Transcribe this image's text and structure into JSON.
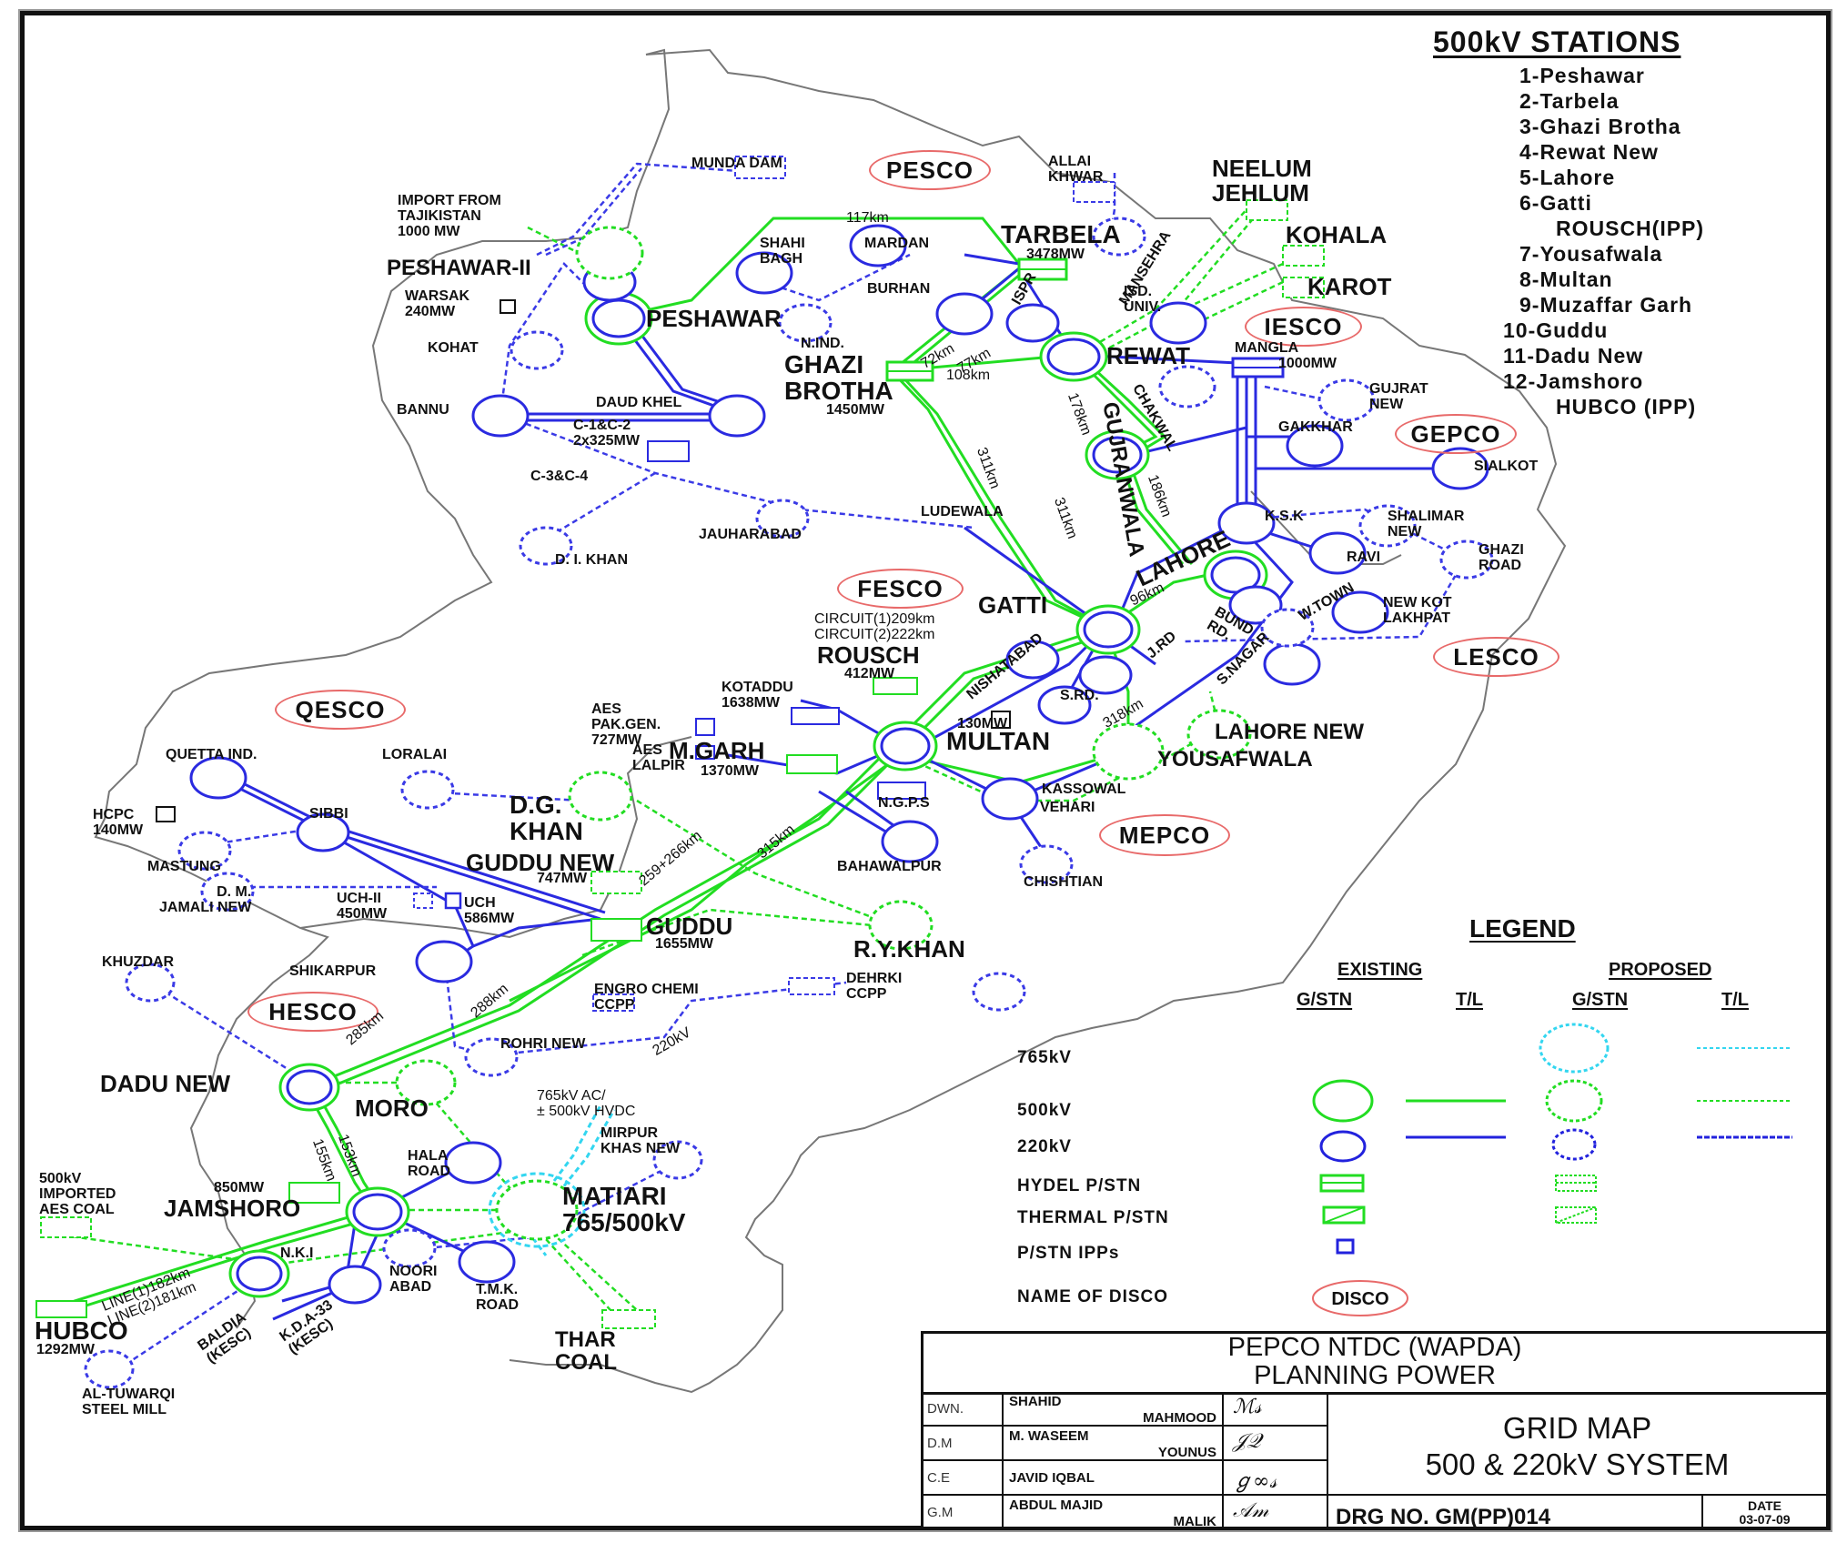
{
  "stations_list": {
    "title": "500kV STATIONS",
    "items": [
      "1-Peshawar",
      "2-Tarbela",
      "3-Ghazi Brotha",
      "4-Rewat New",
      "5-Lahore",
      "6-Gatti",
      "ROUSCH(IPP)",
      "7-Yousafwala",
      "8-Multan",
      "9-Muzaffar Garh",
      "10-Guddu",
      "11-Dadu New",
      "12-Jamshoro",
      "HUBCO (IPP)"
    ]
  },
  "discos": [
    "PESCO",
    "IESCO",
    "GEPCO",
    "FESCO",
    "LESCO",
    "QESCO",
    "MEPCO",
    "HESCO"
  ],
  "map_labels": {
    "import": "IMPORT FROM\nTAJIKISTAN\n1000 MW",
    "munda_dam": "MUNDA DAM",
    "peshawar_ii": "PESHAWAR-II",
    "warsak": "WARSAK\n240MW",
    "peshawar": "PESHAWAR",
    "kohat": "KOHAT",
    "bannu": "BANNU",
    "daud_khel": "DAUD KHEL",
    "c1c2": "C-1&C-2\n2x325MW",
    "c3c4": "C-3&C-4",
    "shahi_bagh": "SHAHI\nBAGH",
    "mardan": "MARDAN",
    "burhan": "BURHAN",
    "n_ind": "N.IND.",
    "ghazi_brotha": "GHAZI\nBROTHA",
    "ghazi_brotha_mw": "1450MW",
    "tarbela": "TARBELA",
    "tarbela_mw": "3478MW",
    "km117": "117km",
    "allai": "ALLAI\nKHWAR",
    "neelum": "NEELUM\nJEHLUM",
    "kohala": "KOHALA",
    "karot": "KAROT",
    "mansehra": "MANSEHRA",
    "isd_univ": "ISD.\nUNIV.",
    "ispr": "ISPR",
    "rewat": "REWAT",
    "mangla": "MANGLA",
    "mangla_mw": "1000MW",
    "km72": "72km",
    "km77": "77km",
    "km108": "108km",
    "km178": "178km",
    "km311a": "311km",
    "km311b": "311km",
    "km186": "186km",
    "chakwal": "CHAKWAL",
    "gujranwala": "GUJRANWALA",
    "gujrat_new": "GUJRAT\nNEW",
    "gakkhar": "GAKKHAR",
    "sialkot": "SIALKOT",
    "ludewala": "LUDEWALA",
    "jauharabad": "JAUHARABAD",
    "di_khan": "D. I. KHAN",
    "ksk": "K.S.K",
    "lahore": "LAHORE",
    "km96": "96km",
    "ravi": "RAVI",
    "shalimar": "SHALIMAR\nNEW",
    "ghazi_road": "GHAZI\nROAD",
    "bund_rd": "BUND\nRD.",
    "w_town": "W.TOWN",
    "new_kot": "NEW KOT\nLAKHPAT",
    "s_nagar": "S.NAGAR",
    "gatti": "GATTI",
    "circuits": "CIRCUIT(1)209km\nCIRCUIT(2)222km",
    "rousch": "ROUSCH",
    "rousch_mw": "412MW",
    "nishatabad": "NISHATABAD",
    "j_rd": "J.RD",
    "s_rd": "S.RD.",
    "km318": "318km",
    "lahore_new": "LAHORE NEW",
    "yousafwala": "YOUSAFWALA",
    "kotaddu": "KOTADDU\n1638MW",
    "aes_pak": "AES\nPAK.GEN.\n727MW",
    "aes_lalpir": "AES\nLALPIR",
    "m_garh": "M.GARH",
    "m_garh_mw": "1370MW",
    "multan": "MULTAN",
    "mw130": "130MW",
    "ngps": "N.G.P.S",
    "kassowal": "KASSOWAL",
    "vehari": "VEHARI",
    "chishtian": "CHISHTIAN",
    "bahawalpur": "BAHAWALPUR",
    "quetta": "QUETTA IND.",
    "loralai": "LORALAI",
    "hcpc": "HCPC\n140MW",
    "sibbi": "SIBBI",
    "mastung": "MASTUNG",
    "dm_jamali": "D. M.\nJAMALI NEW",
    "uch_ii": "UCH-II\n450MW",
    "uch": "UCH\n586MW",
    "dg_khan": "D.G.\nKHAN",
    "guddu_new": "GUDDU NEW",
    "guddu_new_mw": "747MW",
    "guddu": "GUDDU",
    "guddu_mw": "1655MW",
    "km_259_266": "259+266km",
    "km315": "315km",
    "ry_khan": "R.Y.KHAN",
    "khuzdar": "KHUZDAR",
    "shikarpur": "SHIKARPUR",
    "engro": "ENGRO CHEMI\nCCPP",
    "dehrki": "DEHRKI\nCCPP",
    "kv220": "220kV",
    "rohri": "ROHRI NEW",
    "km285": "285km",
    "km288": "288km",
    "dadu_new": "DADU NEW",
    "moro": "MORO",
    "hvdc": "765kV AC/\n± 500kV HVDC",
    "mirpur": "MIRPUR\nKHAS NEW",
    "km153": "153km",
    "km155": "155km",
    "hala": "HALA\nROAD",
    "mw850": "850MW",
    "aes_coal": "500kV\nIMPORTED\nAES COAL",
    "jamshoro": "JAMSHORO",
    "matiari": "MATIARI\n765/500kV",
    "nki": "N.K.I",
    "noori": "NOORI\nABAD",
    "tmk": "T.M.K.\nROAD",
    "lines": "LINE(1)182km\nLINE(2)181km",
    "hubco": "HUBCO",
    "hubco_mw": "1292MW",
    "baldia": "BALDIA\n(KESC)",
    "kda": "K.D.A-33\n(KESC)",
    "thar": "THAR\nCOAL",
    "tuwarqi": "AL-TUWARQI\nSTEEL MILL"
  },
  "legend": {
    "title": "LEGEND",
    "existing": "EXISTING",
    "proposed": "PROPOSED",
    "col_gstn": "G/STN",
    "col_tl": "T/L",
    "rows": [
      "765kV",
      "500kV",
      "220kV",
      "HYDEL P/STN",
      "THERMAL P/STN",
      "P/STN IPPs",
      "NAME OF DISCO"
    ],
    "disco_sample": "DISCO",
    "colors": {
      "kv765": "#33d6f0",
      "kv500": "#22dd22",
      "kv220": "#2222dd",
      "disco": "#e86a6a"
    }
  },
  "title_block": {
    "org_line1": "PEPCO NTDC (WAPDA)",
    "org_line2": "PLANNING POWER",
    "rows": [
      {
        "role": "DWN.",
        "name1": "SHAHID",
        "name2": "MAHMOOD",
        "sig": "ℳ𝓈"
      },
      {
        "role": "D.M",
        "name1": "M. WASEEM",
        "name2": "YOUNUS",
        "sig": "𝒥𝒬"
      },
      {
        "role": "C.E",
        "name1": "JAVID IQBAL",
        "name2": "",
        "sig": "ℊ∞𝓈"
      },
      {
        "role": "G.M",
        "name1": "ABDUL MAJID",
        "name2": "MALIK",
        "sig": "𝒜𝓂"
      }
    ],
    "main_title_1": "GRID MAP",
    "main_title_2": "500 & 220kV SYSTEM",
    "drg_no": "DRG NO. GM(PP)014",
    "date_label": "DATE",
    "date_value": "03-07-09"
  }
}
